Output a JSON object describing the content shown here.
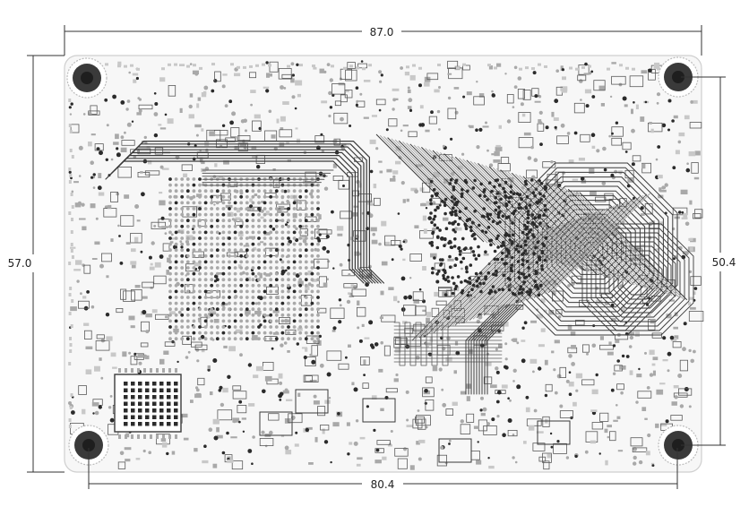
{
  "dimensions": {
    "top_width": "87.0",
    "left_height": "57.0",
    "right_height": "50.4",
    "bottom_width": "80.4"
  },
  "colors": {
    "board_fill": "#f7f7f7",
    "board_outline": "#cfcfcf",
    "trace_dark": "#3a3a3a",
    "trace_mid": "#5a5a5a",
    "pad_gray": "#a9a9a9",
    "pad_light": "#c8c8c8",
    "via_dark": "#2b2b2b",
    "dimension_line": "#333333"
  },
  "icons": {
    "mounting_hole": "mounting-hole-icon"
  }
}
